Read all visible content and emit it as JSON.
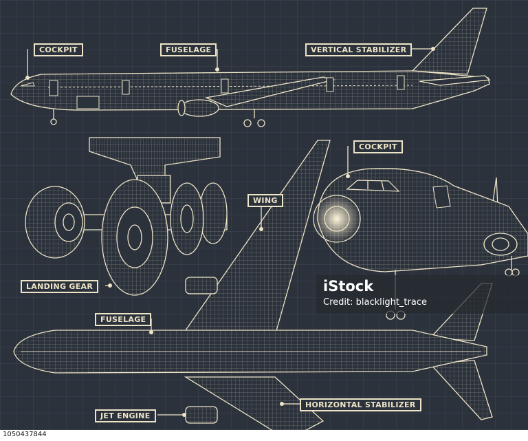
{
  "labels": {
    "cockpit_side": "COCKPIT",
    "fuselage_side": "FUSELAGE",
    "vertical_stabilizer": "VERTICAL STABILIZER",
    "cockpit_front": "COCKPIT",
    "wing": "WING",
    "landing_gear": "LANDING GEAR",
    "fuselage_top": "FUSELAGE",
    "jet_engine": "JET ENGINE",
    "horizontal_stabilizer": "HORIZONTAL STABILIZER"
  },
  "watermark": {
    "brand": "iStock",
    "credit": "Credit: blacklight_trace"
  },
  "footer": {
    "stock_id": "1050437844"
  },
  "colors": {
    "background": "#2b323c",
    "grid": "#3a4350",
    "ink": "#eee4c8"
  }
}
